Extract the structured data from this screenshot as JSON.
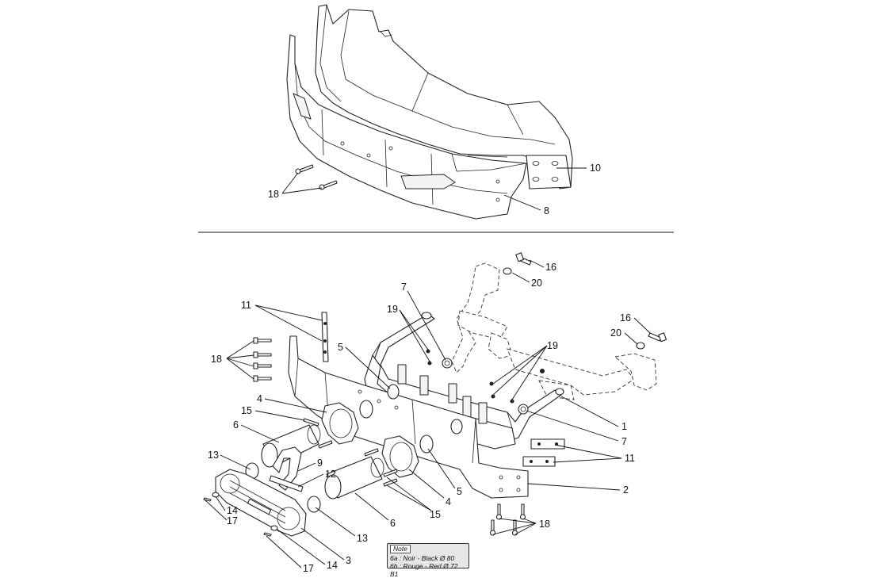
{
  "callouts": {
    "c1": "1",
    "c2": "2",
    "c3": "3",
    "c4a": "4",
    "c4b": "4",
    "c5a": "5",
    "c5b": "5",
    "c6a": "6",
    "c6b": "6",
    "c7a": "7",
    "c7b": "7",
    "c8": "8",
    "c9": "9",
    "c10": "10",
    "c11a": "11",
    "c11b": "11",
    "c12": "12",
    "c13a": "13",
    "c13b": "13",
    "c14a": "14",
    "c14b": "14",
    "c15a": "15",
    "c15b": "15",
    "c16a": "16",
    "c16b": "16",
    "c17a": "17",
    "c17b": "17",
    "c18a": "18",
    "c18b": "18",
    "c18c": "18",
    "c19a": "19",
    "c19b": "19",
    "c20a": "20",
    "c20b": "20"
  },
  "note": {
    "title": "Note",
    "line1": "6a : Noir - Black Ø 80",
    "line2": "6b : Rouge - Red Ø 72 B1"
  }
}
